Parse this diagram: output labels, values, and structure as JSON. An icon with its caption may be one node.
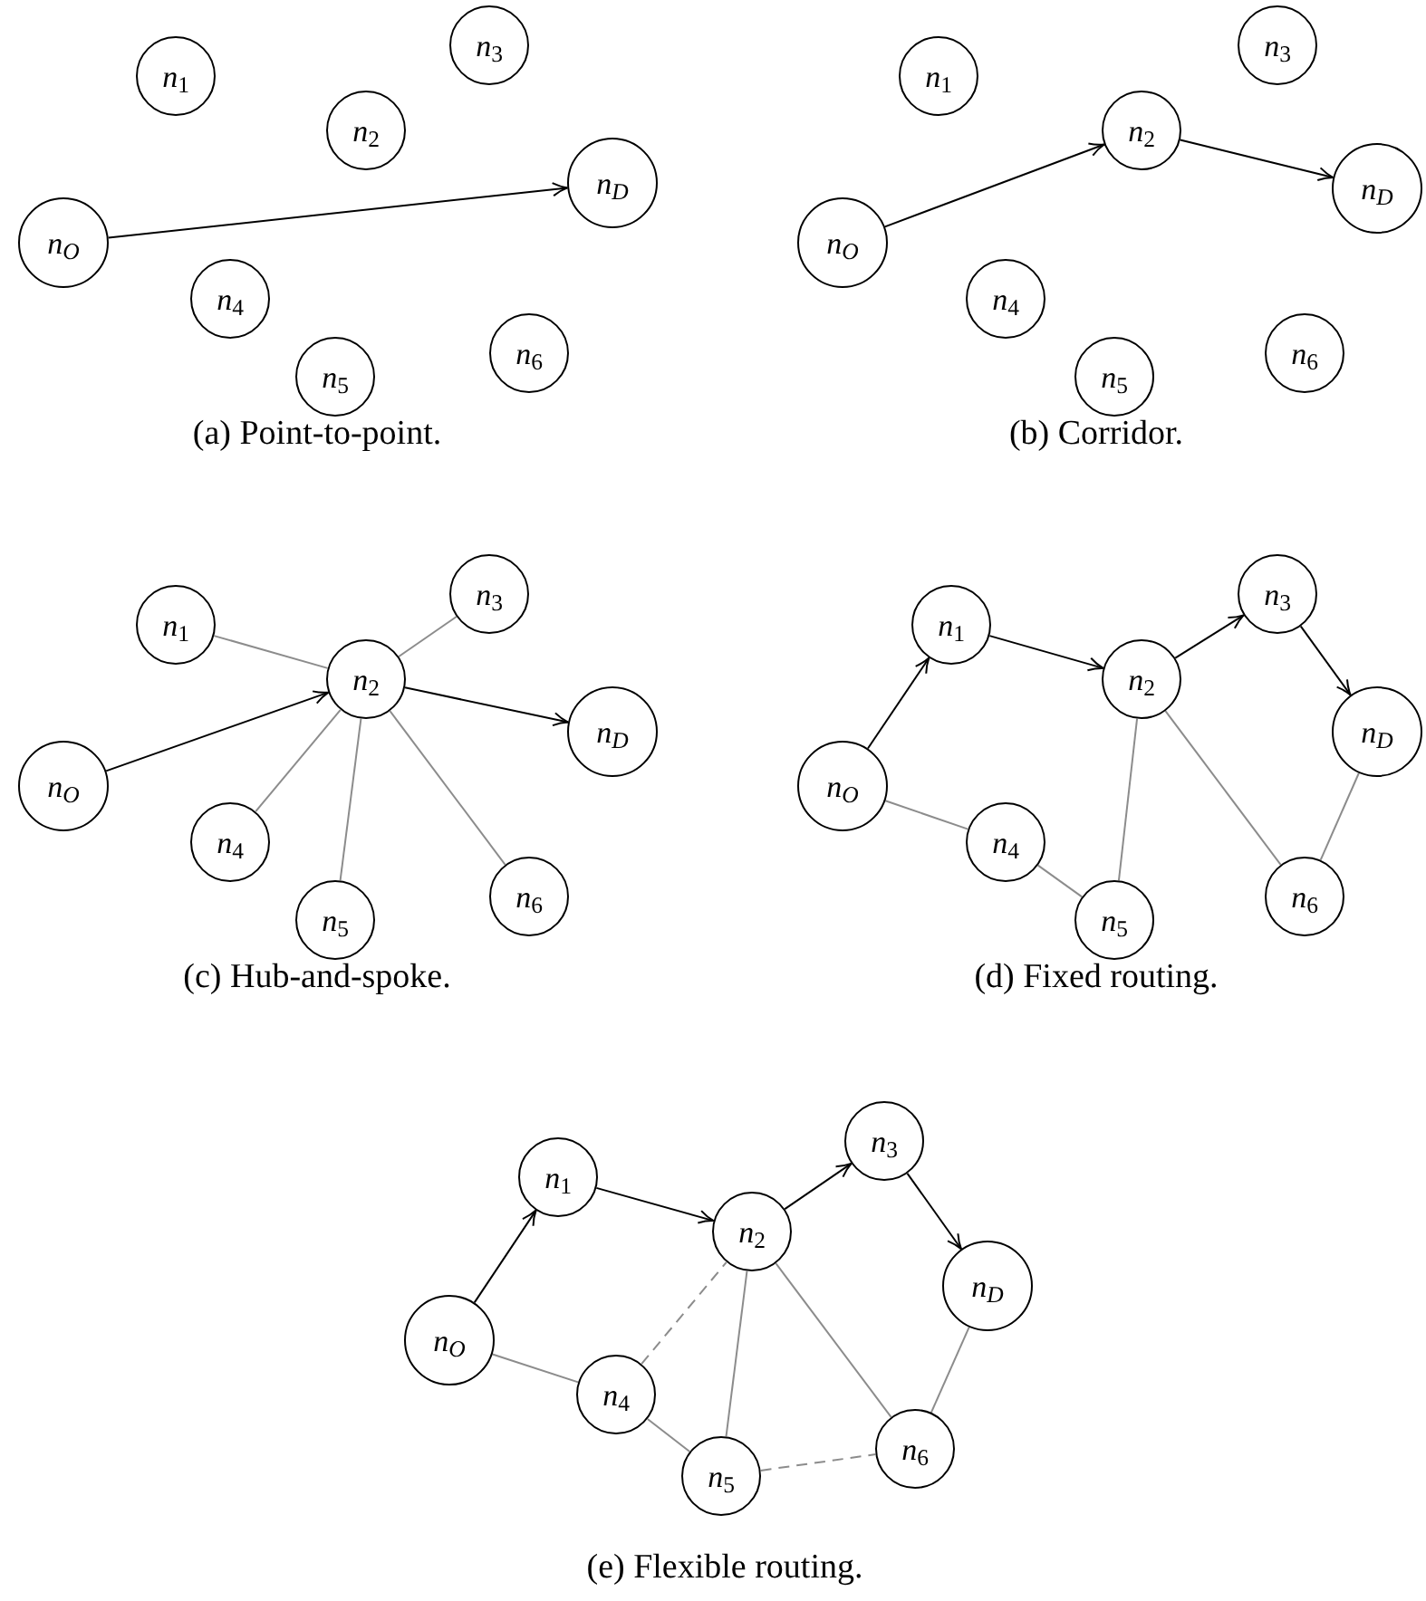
{
  "diagram": {
    "nodes": [
      {
        "text": [
          "*n*$_{O}$"
        ]
      },
      {
        "text": [
          "*n*$_{1}$"
        ]
      },
      {
        "text": [
          "*n*$_{2}$"
        ]
      },
      {
        "text": [
          "*n*$_{3}$"
        ]
      },
      {
        "text": [
          "*n*$_{4}$"
        ]
      },
      {
        "text": [
          "*n*$_{5}$"
        ]
      },
      {
        "text": [
          "*n*$_{6}$"
        ]
      },
      {
        "text": [
          "*n*$_{D}$"
        ]
      },
      {
        "text": [
          "*n*$_{O}$"
        ]
      },
      {
        "text": [
          "*n*$_{1}$"
        ]
      },
      {
        "text": [
          "*n*$_{2}$"
        ]
      },
      {
        "text": [
          "*n*$_{3}$"
        ]
      },
      {
        "text": [
          "*n*$_{4}$"
        ]
      },
      {
        "text": [
          "*n*$_{5}$"
        ]
      },
      {
        "text": [
          "*n*$_{6}$"
        ]
      },
      {
        "text": [
          "*n*$_{D}$"
        ]
      },
      {
        "text": [
          "*n*$_{O}$"
        ]
      },
      {
        "text": [
          "*n*$_{1}$"
        ]
      },
      {
        "text": [
          "*n*$_{2}$"
        ]
      },
      {
        "text": [
          "*n*$_{3}$"
        ]
      },
      {
        "text": [
          "*n*$_{4}$"
        ]
      },
      {
        "text": [
          "*n*$_{5}$"
        ]
      },
      {
        "text": [
          "*n*$_{6}$"
        ]
      },
      {
        "text": [
          "*n*$_{D}$"
        ]
      },
      {
        "text": [
          "*n*$_{O}$"
        ]
      },
      {
        "text": [
          "*n*$_{1}$"
        ]
      },
      {
        "text": [
          "*n*$_{2}$"
        ]
      },
      {
        "text": [
          "*n*$_{3}$"
        ]
      },
      {
        "text": [
          "*n*$_{4}$"
        ]
      },
      {
        "text": [
          "*n*$_{5}$"
        ]
      },
      {
        "text": [
          "*n*$_{6}$"
        ]
      },
      {
        "text": [
          "*n*$_{D}$"
        ]
      },
      {
        "text": [
          "*n*$_{O}$"
        ]
      },
      {
        "text": [
          "*n*$_{1}$"
        ]
      },
      {
        "text": [
          "*n*$_{2}$"
        ]
      },
      {
        "text": [
          "*n*$_{3}$"
        ]
      },
      {
        "text": [
          "*n*$_{4}$"
        ]
      },
      {
        "text": [
          "*n*$_{5}$"
        ]
      },
      {
        "text": [
          "*n*$_{6}$"
        ]
      },
      {
        "text": [
          "*n*$_{D}$"
        ]
      }
    ],
    "edges": [
      {
        "from": 0,
        "to": 7,
        "arrow": "to",
        "color": "#000000"
      },
      {
        "from": 8,
        "to": 10,
        "arrow": "to",
        "color": "#000000"
      },
      {
        "from": 10,
        "to": 15,
        "arrow": "to",
        "color": "#000000"
      },
      {
        "from": 17,
        "to": 18,
        "arrow": "none"
      },
      {
        "from": 19,
        "to": 18,
        "arrow": "none"
      },
      {
        "from": 20,
        "to": 18,
        "arrow": "none"
      },
      {
        "from": 21,
        "to": 18,
        "arrow": "none"
      },
      {
        "from": 22,
        "to": 18,
        "arrow": "none"
      },
      {
        "from": 16,
        "to": 18,
        "arrow": "to",
        "color": "#000000"
      },
      {
        "from": 18,
        "to": 23,
        "arrow": "to",
        "color": "#000000"
      },
      {
        "from": 24,
        "to": 25,
        "arrow": "to",
        "color": "#000000"
      },
      {
        "from": 25,
        "to": 26,
        "arrow": "to",
        "color": "#000000"
      },
      {
        "from": 26,
        "to": 27,
        "arrow": "to",
        "color": "#000000"
      },
      {
        "from": 27,
        "to": 31,
        "arrow": "to",
        "color": "#000000"
      },
      {
        "from": 24,
        "to": 28,
        "arrow": "none"
      },
      {
        "from": 28,
        "to": 29,
        "arrow": "none"
      },
      {
        "from": 29,
        "to": 26,
        "arrow": "none"
      },
      {
        "from": 26,
        "to": 30,
        "arrow": "none"
      },
      {
        "from": 30,
        "to": 31,
        "arrow": "none"
      },
      {
        "from": 32,
        "to": 33,
        "arrow": "to",
        "color": "#000000"
      },
      {
        "from": 33,
        "to": 34,
        "arrow": "to",
        "color": "#000000"
      },
      {
        "from": 34,
        "to": 35,
        "arrow": "to",
        "color": "#000000"
      },
      {
        "from": 35,
        "to": 39,
        "arrow": "to",
        "color": "#000000"
      },
      {
        "from": 32,
        "to": 36,
        "arrow": "none"
      },
      {
        "from": 36,
        "to": 37,
        "arrow": "none"
      },
      {
        "from": 37,
        "to": 34,
        "arrow": "none"
      },
      {
        "from": 34,
        "to": 38,
        "arrow": "none"
      },
      {
        "from": 38,
        "to": 39,
        "arrow": "none"
      },
      {
        "from": 36,
        "to": 34,
        "arrow": "none",
        "style": "dashed"
      },
      {
        "from": 37,
        "to": 38,
        "arrow": "none",
        "style": "dashed"
      }
    ],
    "labels": [
      "(a) Point-to-point.",
      "(b) Corridor.",
      "(c) Hub-and-spoke.",
      "(d) Fixed routing.",
      "(e) Flexible routing."
    ]
  }
}
